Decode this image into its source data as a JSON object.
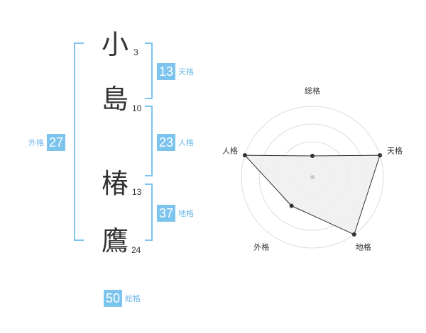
{
  "name": {
    "chars": [
      {
        "char": "小",
        "strokes": "3"
      },
      {
        "char": "島",
        "strokes": "10"
      },
      {
        "char": "椿",
        "strokes": "13"
      },
      {
        "char": "鷹",
        "strokes": "24"
      }
    ]
  },
  "kaku": {
    "tenkaku": {
      "value": "13",
      "label": "天格"
    },
    "jinkaku": {
      "value": "23",
      "label": "人格"
    },
    "chikaku": {
      "value": "37",
      "label": "地格"
    },
    "gaikaku": {
      "value": "27",
      "label": "外格"
    },
    "soukaku": {
      "value": "50",
      "label": "総格"
    }
  },
  "colors": {
    "bracket": "#7cc4ee",
    "badge_bg": "#7cc4ee",
    "badge_label": "#6fb8e6",
    "radar_fill": "#eeeeee",
    "radar_line": "#333333"
  },
  "chart_data": {
    "type": "radar",
    "axes": [
      "総格",
      "天格",
      "地格",
      "外格",
      "人格"
    ],
    "rings": 4,
    "max": 4,
    "values": [
      1.2,
      4,
      4,
      2,
      4
    ]
  }
}
